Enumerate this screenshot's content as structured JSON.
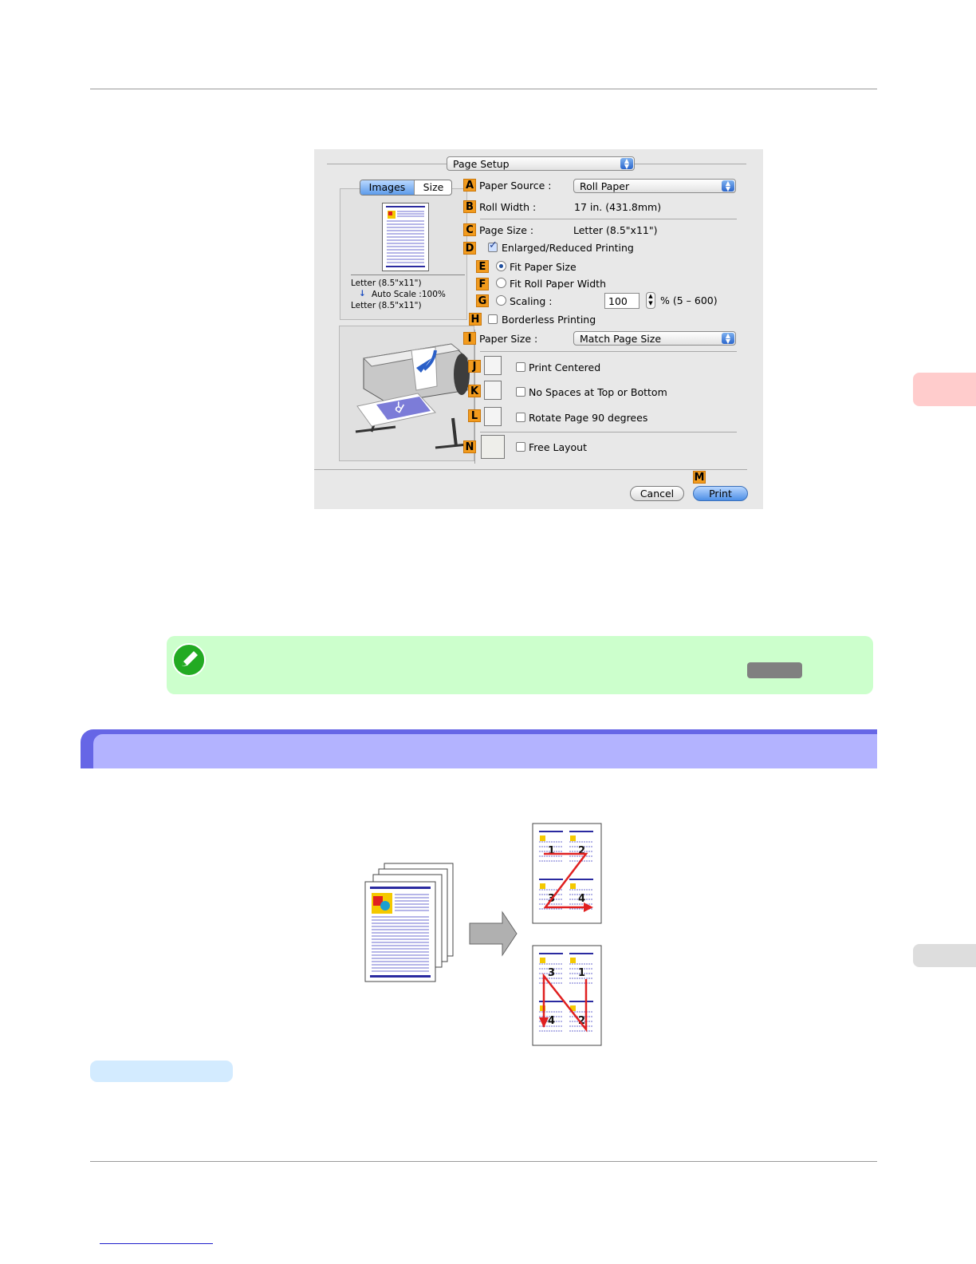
{
  "dialog": {
    "popup_page_setup": "Page Setup",
    "tabs": {
      "images": "Images",
      "size": "Size"
    },
    "preview_text": {
      "line1": "Letter (8.5\"x11\")",
      "line2": "Auto Scale :100%",
      "line3": "Letter (8.5\"x11\")"
    },
    "rows": {
      "a": {
        "letter": "A",
        "label": "Paper Source :",
        "value": "Roll Paper"
      },
      "b": {
        "letter": "B",
        "label": "Roll Width :",
        "value": "17 in. (431.8mm)"
      },
      "c": {
        "letter": "C",
        "label": "Page Size :",
        "value": "Letter (8.5\"x11\")"
      },
      "d": {
        "letter": "D",
        "label": "Enlarged/Reduced Printing",
        "checked": true
      },
      "e": {
        "letter": "E",
        "label": "Fit Paper Size",
        "selected": true
      },
      "f": {
        "letter": "F",
        "label": "Fit Roll Paper Width",
        "selected": false
      },
      "g": {
        "letter": "G",
        "label": "Scaling :",
        "value": "100",
        "range": "% (5 – 600)",
        "selected": false
      },
      "h": {
        "letter": "H",
        "label": "Borderless Printing",
        "checked": false
      },
      "i": {
        "letter": "I",
        "label": "Paper Size :",
        "value": "Match Page Size"
      },
      "j": {
        "letter": "J",
        "label": "Print Centered",
        "checked": false
      },
      "k": {
        "letter": "K",
        "label": "No Spaces at Top or Bottom",
        "checked": false
      },
      "l": {
        "letter": "L",
        "label": "Rotate Page 90 degrees",
        "checked": false
      },
      "n": {
        "letter": "N",
        "label": "Free Layout",
        "checked": false
      },
      "m": {
        "letter": "M"
      }
    },
    "buttons": {
      "cancel": "Cancel",
      "print": "Print"
    }
  },
  "colors": {
    "label_orange": "#f29b1d",
    "note_bg": "#ccffcc",
    "section_bar": "#b3b3ff",
    "section_edge": "#6666e6",
    "arrow_red": "#e02020"
  },
  "diagram": {
    "top_sheet_numbers": [
      "1",
      "2",
      "3",
      "4"
    ],
    "bottom_sheet_numbers": [
      "3",
      "1",
      "4",
      "2"
    ]
  }
}
